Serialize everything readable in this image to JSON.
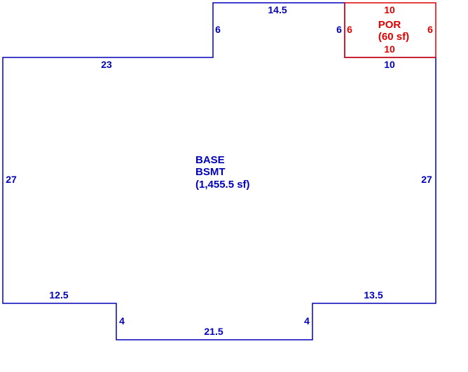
{
  "colors": {
    "base_line": "#0000b8",
    "porch_line": "#e00000",
    "background": "#ffffff"
  },
  "base_area": {
    "name_line1": "BASE",
    "name_line2": "BSMT",
    "area": "(1,455.5 sf)"
  },
  "porch_area": {
    "name": "POR",
    "area": "(60 sf)"
  },
  "dimensions": {
    "top": "14.5",
    "top_left_step": "6",
    "top_right_step": "6",
    "upper_left": "23",
    "left": "27",
    "right": "27",
    "lower_left": "12.5",
    "bottom_left_step": "4",
    "bottom": "21.5",
    "bottom_right_step": "4",
    "lower_right": "13.5",
    "porch_bottom": "10"
  },
  "porch_dimensions": {
    "top": "10",
    "left": "6",
    "right": "6",
    "bottom": "10"
  }
}
